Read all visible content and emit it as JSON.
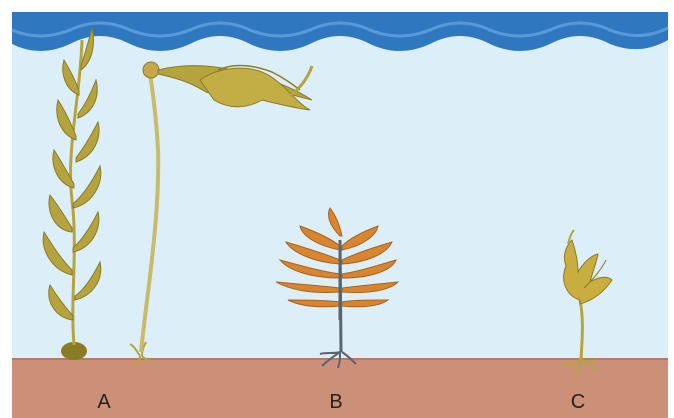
{
  "labels": {
    "a": "A",
    "b": "B",
    "c": "C"
  },
  "colors": {
    "water": "#dcefF8",
    "wave": "#2f78c0",
    "seafloor": "#cc8f78",
    "seafloor_line": "#b57b66",
    "kelp": "#b5a43e",
    "kelp_dark": "#8a7b25",
    "stipe": "#c9bb6a",
    "orange_frond": "#d9852f",
    "orange_dark": "#a9621c",
    "gray_stem": "#5a6370"
  },
  "icons": {
    "a_tall": "giant-kelp-icon",
    "a_bull": "bull-kelp-icon",
    "b": "orange-seaweed-icon",
    "c": "small-seaweed-icon"
  }
}
